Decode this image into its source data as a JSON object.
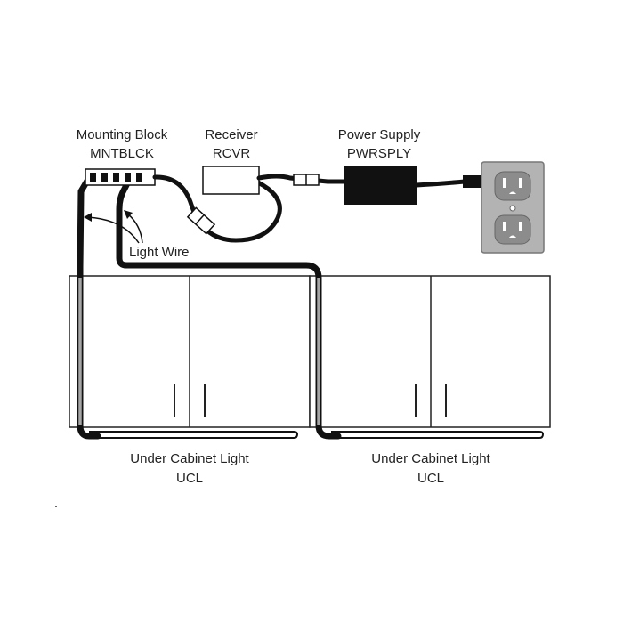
{
  "labels": {
    "mounting_block_name": "Mounting Block",
    "mounting_block_code": "MNTBLCK",
    "receiver_name": "Receiver",
    "receiver_code": "RCVR",
    "power_supply_name": "Power Supply",
    "power_supply_code": "PWRSPLY",
    "light_wire": "Light Wire",
    "ucl_left_name": "Under Cabinet Light",
    "ucl_left_code": "UCL",
    "ucl_right_name": "Under Cabinet Light",
    "ucl_right_code": "UCL"
  },
  "colors": {
    "wire": "#111111",
    "light_wire_highlight": "#a6a6a6",
    "outlet_plate": "#b3b3b3",
    "outlet_receptacle": "#8c8c8c",
    "power_supply_body": "#111111",
    "cabinet_outline": "#222222"
  }
}
